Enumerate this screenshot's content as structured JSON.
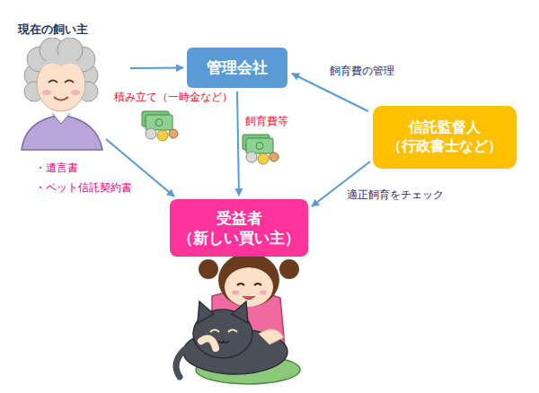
{
  "diagram": {
    "nodes": [
      {
        "text": [
          "現在の飼い主"
        ]
      },
      {
        "text": [
          "管理会社"
        ]
      },
      {
        "text": [
          "信託監督人 （行政書士など）"
        ]
      },
      {
        "text": [
          "受益者 （新しい買い主）"
        ]
      }
    ],
    "edges": [
      {
        "from": 0,
        "to": 1,
        "arrow": "to",
        "label": "積み立て（一時金など）"
      },
      {
        "from": 1,
        "to": 3,
        "arrow": "to",
        "label": "飼育費等"
      },
      {
        "from": 0,
        "to": 3,
        "arrow": "to"
      },
      {
        "from": 2,
        "to": 1,
        "arrow": "to",
        "label": "飼育費の管理"
      },
      {
        "from": 2,
        "to": 3,
        "arrow": "to",
        "label": "適正飼育をチェック"
      }
    ],
    "labels": [
      "・遺言書",
      "・ペット信託契約書"
    ]
  }
}
